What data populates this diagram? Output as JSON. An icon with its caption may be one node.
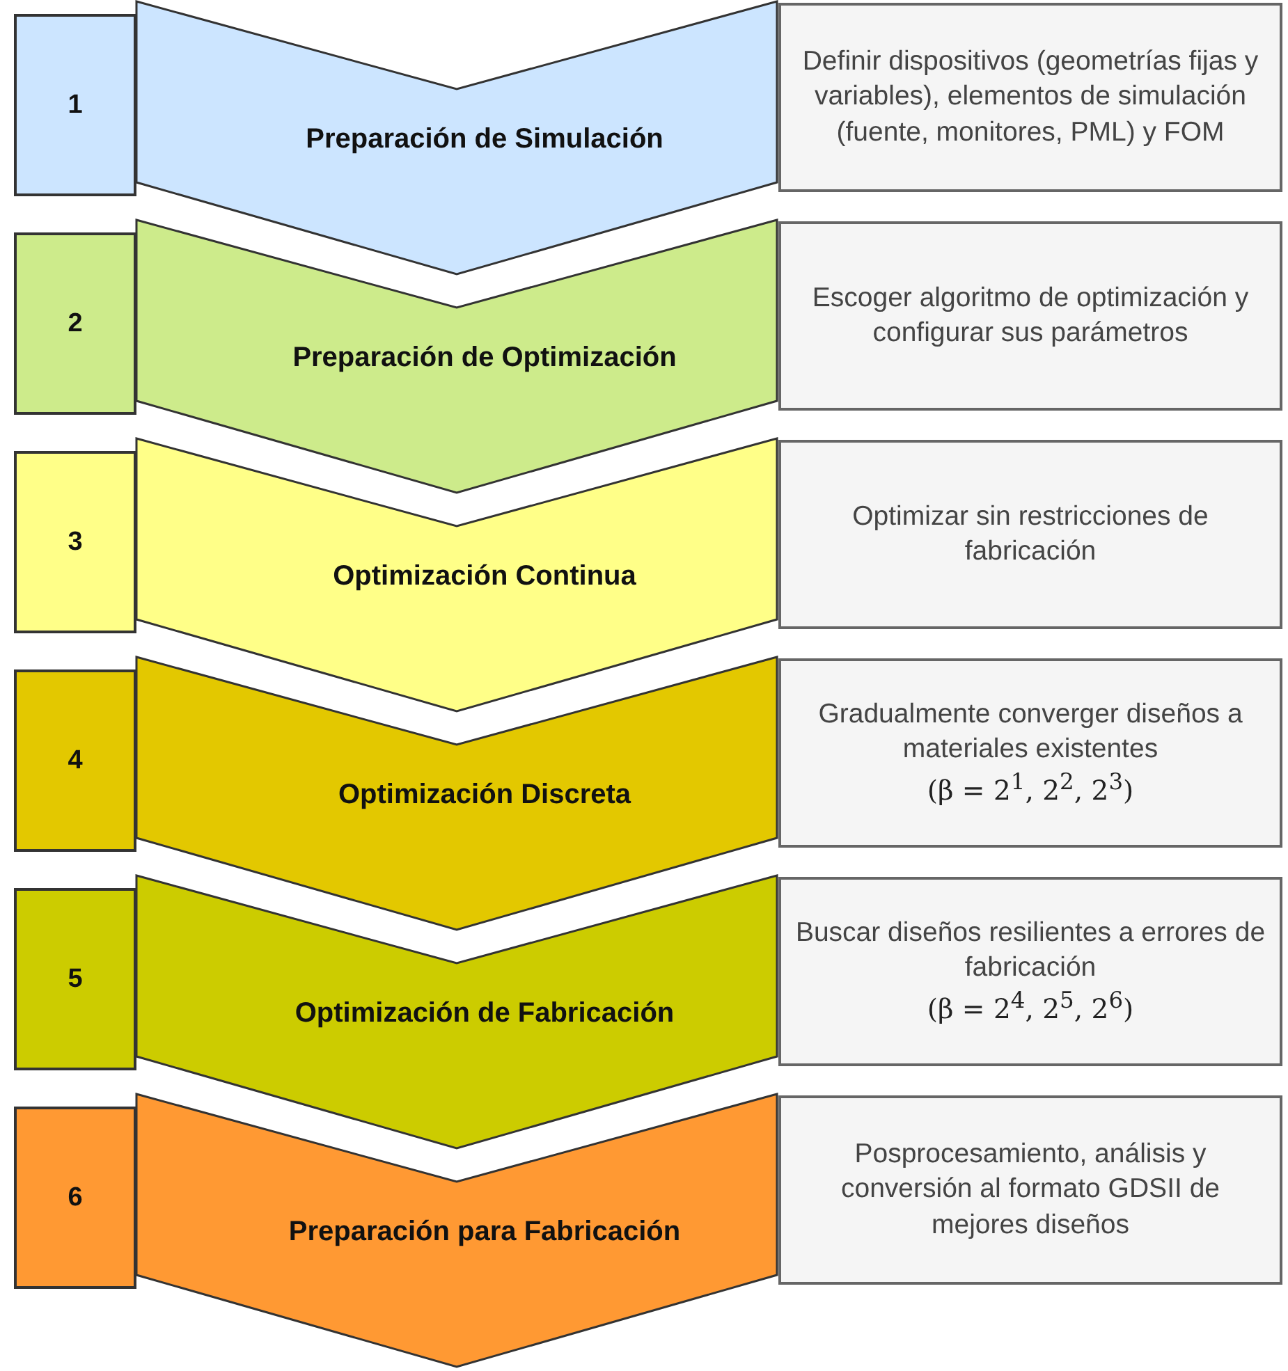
{
  "diagram": {
    "nodes": [
      {
        "text": [
          "1"
        ]
      },
      {
        "text": [
          "Preparación de Simulación"
        ]
      },
      {
        "text": [
          "Definir dispositivos (geometrías fijas y variables), elementos de simulación (fuente, monitores, PML) y FOM"
        ]
      },
      {
        "text": [
          "2"
        ]
      },
      {
        "text": [
          "Preparación de Optimización"
        ]
      },
      {
        "text": [
          "Escoger algoritmo de optimización y configurar sus parámetros"
        ]
      },
      {
        "text": [
          "3"
        ]
      },
      {
        "text": [
          "Optimización Continua"
        ]
      },
      {
        "text": [
          "Optimizar sin restricciones de fabricación"
        ]
      },
      {
        "text": [
          "4"
        ]
      },
      {
        "text": [
          "Optimización Discreta"
        ]
      },
      {
        "text": [
          "Gradualmente converger diseños a materiales existentes",
          "(β = 2$^{1}$, 2$^{2}$, 2$^{3}$)"
        ]
      },
      {
        "text": [
          "5"
        ]
      },
      {
        "text": [
          "Optimización de Fabricación"
        ]
      },
      {
        "text": [
          "Buscar diseños resilientes a errores de fabricación",
          "(β = 2$^{4}$, 2$^{5}$, 2$^{6}$)"
        ]
      },
      {
        "text": [
          "6"
        ]
      },
      {
        "text": [
          "Preparación para Fabricación"
        ]
      },
      {
        "text": [
          "Posprocesamiento, análisis y conversión al formato GDSII de mejores diseños"
        ]
      }
    ],
    "edges": []
  }
}
